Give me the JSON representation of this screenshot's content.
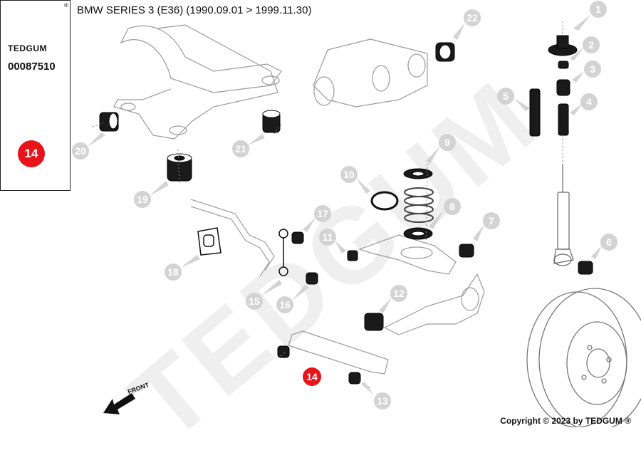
{
  "header": {
    "brand": "TEDGUM",
    "registered_mark": "®",
    "part_number": "00087510",
    "active_callout": "14",
    "title": "BMW SERIES 3 (E36)  (1990.09.01 > 1999.11.30)"
  },
  "watermark": "TEDGUM",
  "direction_label": "FRONT",
  "copyright": "Copyright © 2023 by TEDGUM ®",
  "callouts": [
    "1",
    "2",
    "3",
    "4",
    "5",
    "6",
    "7",
    "8",
    "9",
    "10",
    "11",
    "12",
    "13",
    "14",
    "15",
    "16",
    "17",
    "18",
    "19",
    "20",
    "21",
    "22"
  ],
  "colors": {
    "callout_grey": "#d3d3d3",
    "highlight_red": "#e8141b",
    "part_dark": "#111111",
    "line": "#555555"
  }
}
